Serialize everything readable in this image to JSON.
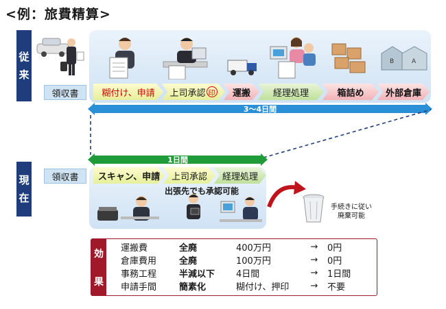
{
  "title": "<例：旅費精算>",
  "before": {
    "side_label": [
      "従",
      "来"
    ],
    "receipt": "領収書",
    "steps": [
      {
        "label": "糊付け、申請",
        "style": "red-text"
      },
      {
        "label": "上司承認",
        "stamp": "印"
      },
      {
        "label": "運搬"
      },
      {
        "label": "経理処理"
      },
      {
        "label": "箱詰め"
      },
      {
        "label": "外部倉庫"
      }
    ],
    "duration": "3～4日間"
  },
  "after": {
    "side_label": [
      "現",
      "在"
    ],
    "receipt": "領収書",
    "steps": [
      {
        "label": "スキャン、申請"
      },
      {
        "label": "上司承認"
      },
      {
        "label": "経理処理"
      }
    ],
    "duration": "1日間",
    "remote_note": "出張先でも承認可能",
    "disposal_note": [
      "手続きに従い",
      "廃棄可能"
    ]
  },
  "effects": {
    "side_label": [
      "効",
      "果"
    ],
    "rows": [
      {
        "item": "運搬費",
        "result": "全廃",
        "before": "400万円",
        "arrow": "→",
        "after": "0円"
      },
      {
        "item": "倉庫費用",
        "result": "全廃",
        "before": "100万円",
        "arrow": "→",
        "after": "0円"
      },
      {
        "item": "事務工程",
        "result": "半減以下",
        "before": "4日間",
        "arrow": "→",
        "after": "1日間"
      },
      {
        "item": "申請手間",
        "result": "簡素化",
        "before": "糊付け、押印",
        "arrow": "→",
        "after": "不要"
      }
    ]
  },
  "colors": {
    "navy": "#1f3d7a",
    "blue_bar": "#2a8fd6",
    "green_bar": "#1f9b3a",
    "effects_red": "#a0192a"
  }
}
